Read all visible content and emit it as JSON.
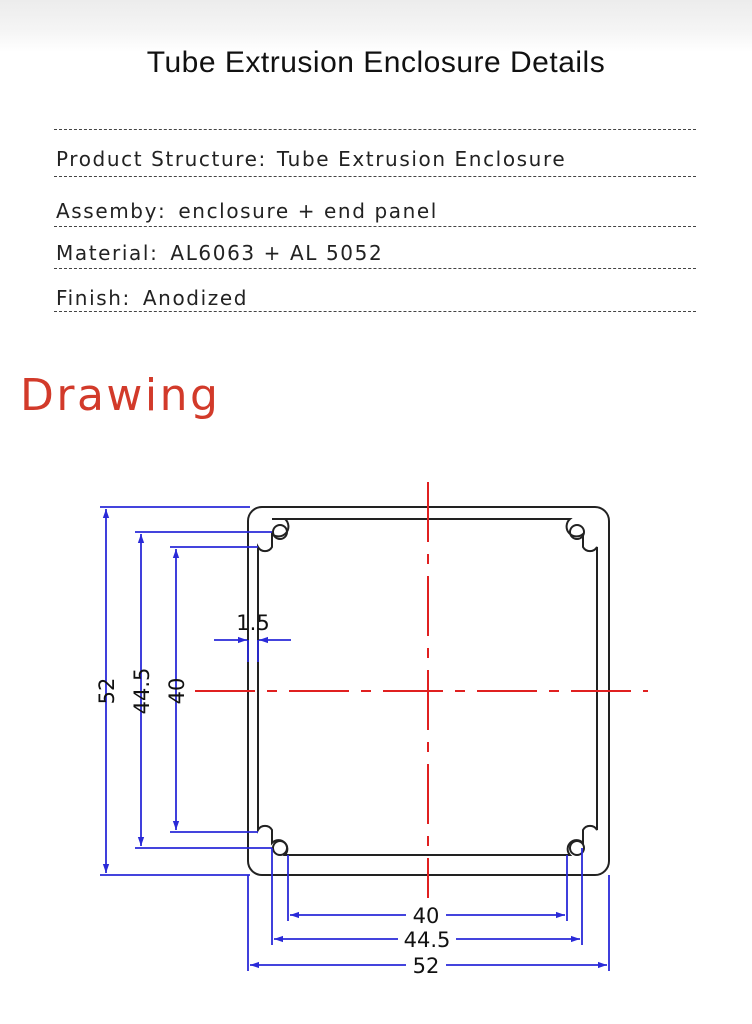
{
  "page_title": "Tube Extrusion Enclosure Details",
  "specs": [
    {
      "label": "Product Structure",
      "sep": ":",
      "value": "Tube Extrusion Enclosure"
    },
    {
      "label": "Assemby",
      "sep": ":",
      "value": "enclosure + end panel"
    },
    {
      "label": "Material",
      "sep": ":",
      "value": "AL6063 + AL 5052"
    },
    {
      "label": "Finish",
      "sep": ":",
      "value": "Anodized"
    }
  ],
  "section_title": "Drawing",
  "drawing": {
    "dimensions": {
      "outer_height": "52",
      "mid_height": "44.5",
      "inner_height": "40",
      "wall": "1.5",
      "inner_width": "40",
      "mid_width": "44.5",
      "outer_width": "52"
    },
    "colors": {
      "profile": "#222222",
      "dimension_lines": "#2a2ad8",
      "center_lines": "#e02020",
      "section_title": "#d23a2a"
    }
  }
}
